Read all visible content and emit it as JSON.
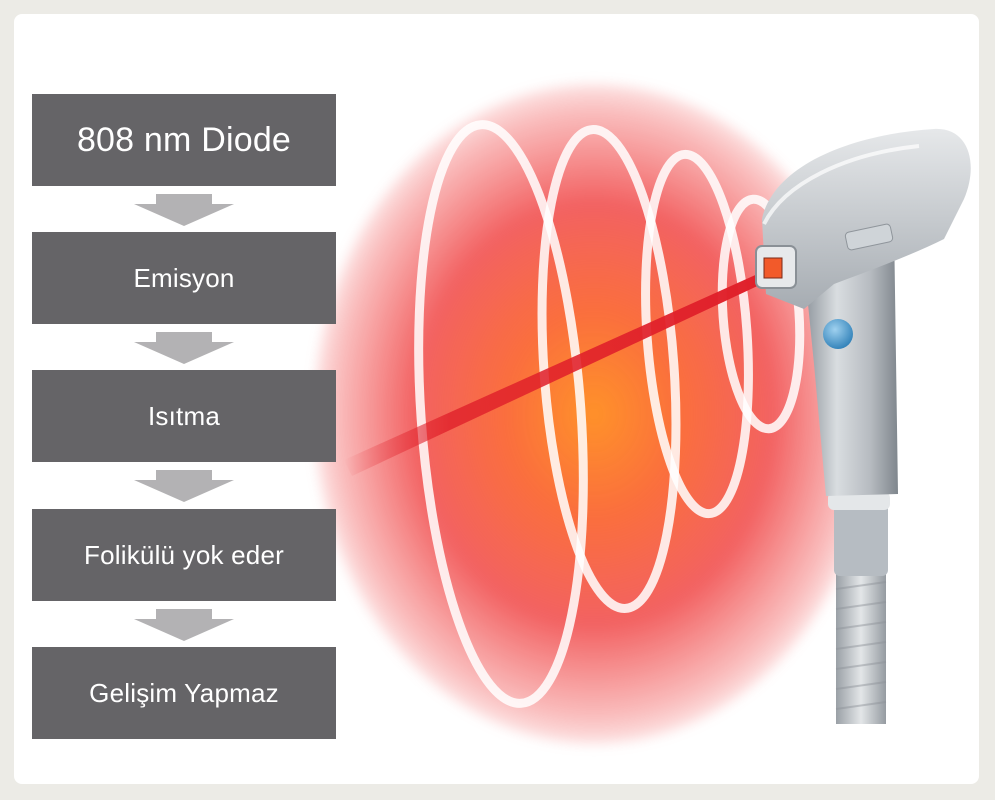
{
  "steps": [
    {
      "label": "808 nm Diode"
    },
    {
      "label": "Emisyon"
    },
    {
      "label": "Isıtma"
    },
    {
      "label": "Folikülü yok eder"
    },
    {
      "label": "Gelişim Yapmaz"
    }
  ],
  "colors": {
    "box": "#656467",
    "arrow": "#b3b2b4",
    "laser": "#e0202a",
    "glow_center": "#ff8c1e",
    "glow_edge": "#ee2d2d"
  },
  "icons": [
    "down-arrow-icon",
    "laser-handpiece-icon",
    "laser-beam",
    "heat-ring"
  ]
}
